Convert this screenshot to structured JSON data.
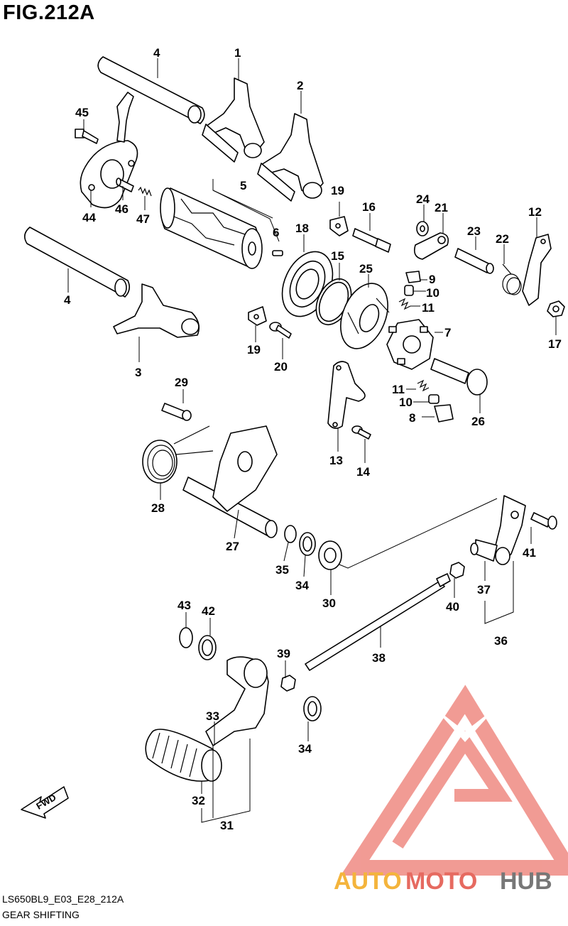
{
  "figure": {
    "title": "FIG.212A",
    "code": "LS650BL9_E03_E28_212A",
    "name": "GEAR SHIFTING",
    "direction_label": "FWD"
  },
  "watermark": {
    "part1": "AUTO",
    "part2": "MOTO",
    "part3": "HUB",
    "colors": {
      "auto": "#f4b43c",
      "moto": "#e66a60",
      "hub": "#777777",
      "logo": "#ef8a82"
    }
  },
  "callouts": [
    {
      "n": "1"
    },
    {
      "n": "2"
    },
    {
      "n": "3"
    },
    {
      "n": "4"
    },
    {
      "n": "4"
    },
    {
      "n": "5"
    },
    {
      "n": "6"
    },
    {
      "n": "7"
    },
    {
      "n": "8"
    },
    {
      "n": "9"
    },
    {
      "n": "10"
    },
    {
      "n": "10"
    },
    {
      "n": "11"
    },
    {
      "n": "11"
    },
    {
      "n": "12"
    },
    {
      "n": "13"
    },
    {
      "n": "14"
    },
    {
      "n": "15"
    },
    {
      "n": "16"
    },
    {
      "n": "17"
    },
    {
      "n": "18"
    },
    {
      "n": "19"
    },
    {
      "n": "19"
    },
    {
      "n": "20"
    },
    {
      "n": "21"
    },
    {
      "n": "22"
    },
    {
      "n": "23"
    },
    {
      "n": "24"
    },
    {
      "n": "25"
    },
    {
      "n": "26"
    },
    {
      "n": "27"
    },
    {
      "n": "28"
    },
    {
      "n": "29"
    },
    {
      "n": "30"
    },
    {
      "n": "31"
    },
    {
      "n": "32"
    },
    {
      "n": "33"
    },
    {
      "n": "34"
    },
    {
      "n": "34"
    },
    {
      "n": "35"
    },
    {
      "n": "36"
    },
    {
      "n": "37"
    },
    {
      "n": "38"
    },
    {
      "n": "39"
    },
    {
      "n": "40"
    },
    {
      "n": "41"
    },
    {
      "n": "42"
    },
    {
      "n": "43"
    },
    {
      "n": "44"
    },
    {
      "n": "45"
    },
    {
      "n": "46"
    },
    {
      "n": "47"
    }
  ]
}
